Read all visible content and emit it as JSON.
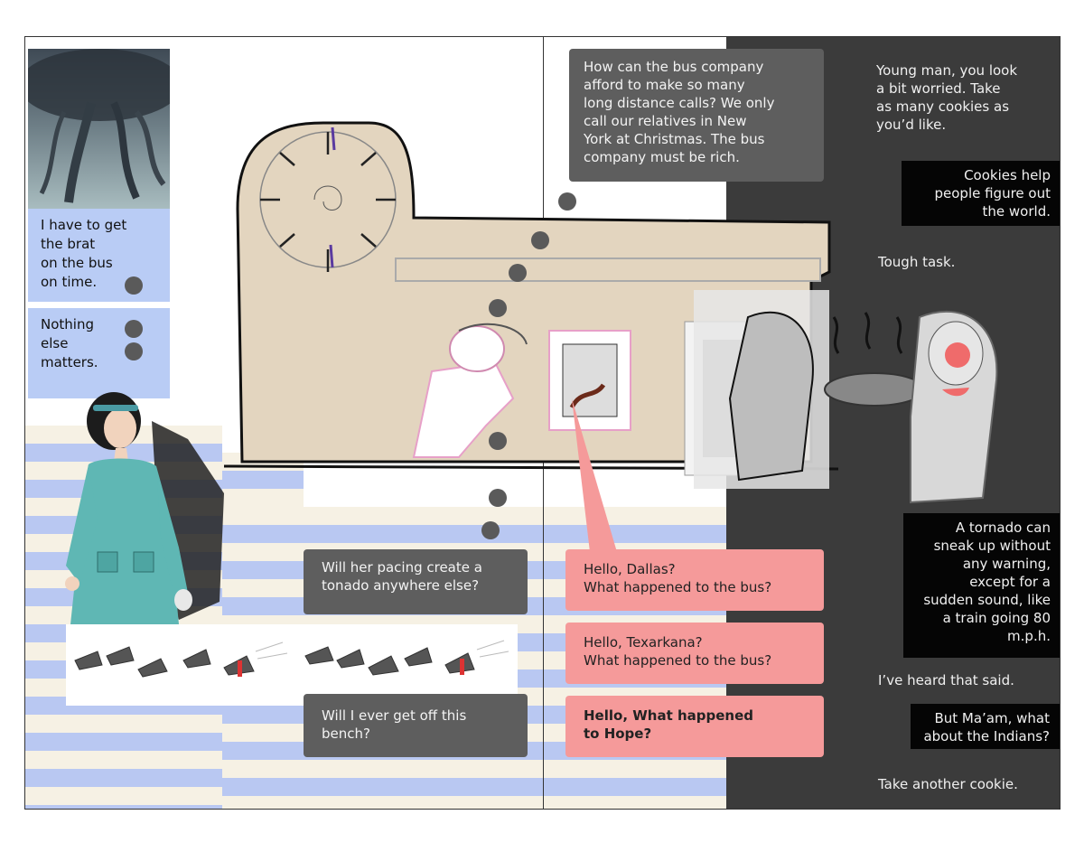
{
  "left_panel": {
    "bubble_1": [
      "I have to get",
      "the brat",
      "on the bus",
      "on time."
    ],
    "bubble_2": [
      "Nothing",
      "else",
      "matters."
    ],
    "question_1": [
      "Will her pacing create a",
      "tonado anywhere else?"
    ],
    "question_2": [
      "Will I ever get off this",
      "bench?"
    ]
  },
  "center_panel": {
    "top_caption": [
      "How can the bus company",
      "afford to make so many",
      "long distance calls? We only",
      "call our relatives in New",
      "York at Christmas. The bus",
      "company must be rich."
    ],
    "call_1": [
      "Hello, Dallas?",
      "What happened to the bus?"
    ],
    "call_2": [
      "Hello, Texarkana?",
      "What happened to the bus?"
    ],
    "call_3": [
      "Hello, What happened",
      "to Hope?"
    ]
  },
  "right_panel": {
    "line_1": [
      "Young man, you look",
      "a bit worried. Take",
      "as many cookies as",
      "you’d like."
    ],
    "line_2": [
      "Cookies help",
      "people figure out",
      "the world."
    ],
    "line_3": "Tough task.",
    "line_4": [
      "A tornado can",
      "sneak up without",
      "any warning,",
      "except for a",
      "sudden sound, like",
      "a train going 80",
      "m.p.h."
    ],
    "line_5": "I’ve heard that said.",
    "line_6": [
      "But Ma’am, what",
      "about the Indians?"
    ],
    "line_7": "Take another cookie."
  },
  "colors": {
    "blue_caption": "#b9ccf5",
    "gray_caption": "#5e5e5e",
    "pink_caption": "#f59a9a",
    "dark_panel": "#3b3b3b",
    "wall": "#e3d5bf",
    "dress": "#5fb7b4"
  }
}
